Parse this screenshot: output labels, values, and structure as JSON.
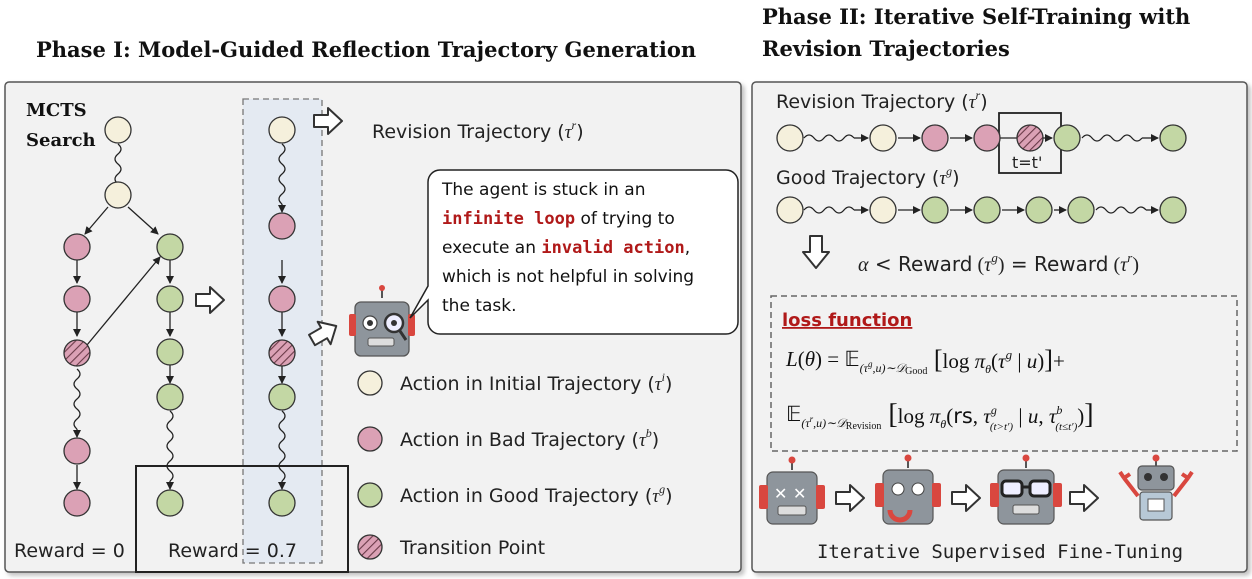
{
  "phase1": {
    "title": "Phase I: Model-Guided Reflection Trajectory Generation",
    "mcts_line1": "MCTS",
    "mcts_line2": "Search",
    "revision_label": "Revision Trajectory (",
    "revision_symbol": "τ",
    "revision_sup": "r",
    "close_paren": ")",
    "speech_l1": "The agent is stuck in an",
    "speech_l2_hl": "infinite loop",
    "speech_l2_rest": " of trying to",
    "speech_l3_pre": "execute an ",
    "speech_l3_hl": "invalid action",
    "speech_l3_post": ",",
    "speech_l4": "which is not helpful in solving",
    "speech_l5": "the task.",
    "reward0": "Reward = 0",
    "reward07": "Reward = 0.7",
    "legend": {
      "initial": "Action in Initial Trajectory (",
      "initial_sup": "i",
      "bad": "Action in Bad Trajectory (",
      "bad_sup": "b",
      "good": "Action in Good Trajectory (",
      "good_sup": "g",
      "transition": "Transition Point"
    }
  },
  "phase2": {
    "title_l1": "Phase II: Iterative Self-Training with",
    "title_l2": "Revision Trajectories",
    "revision_label": "Revision Trajectory (",
    "good_label": "Good Trajectory (",
    "t_label": "t=t'",
    "cond_alpha": "α",
    "cond_lt": " < ",
    "cond_reward": "Reward",
    "cond_eq": " = ",
    "loss_title": "loss function",
    "eq1_lhs": "L(θ) =",
    "eq1_body": "log π",
    "eq2_body": "log π",
    "rs": "rs",
    "footer": "Iterative Supervised Fine-Tuning"
  },
  "colors": {
    "initial": "#f5f0dc",
    "bad": "#dba1b5",
    "good": "#c3d7a4",
    "panel_bg": "#f2f2f2",
    "highlight_bg": "#e4eaf2",
    "accent_red": "#b01919",
    "robot_grey": "#8e959c",
    "robot_red": "#d9473f"
  }
}
